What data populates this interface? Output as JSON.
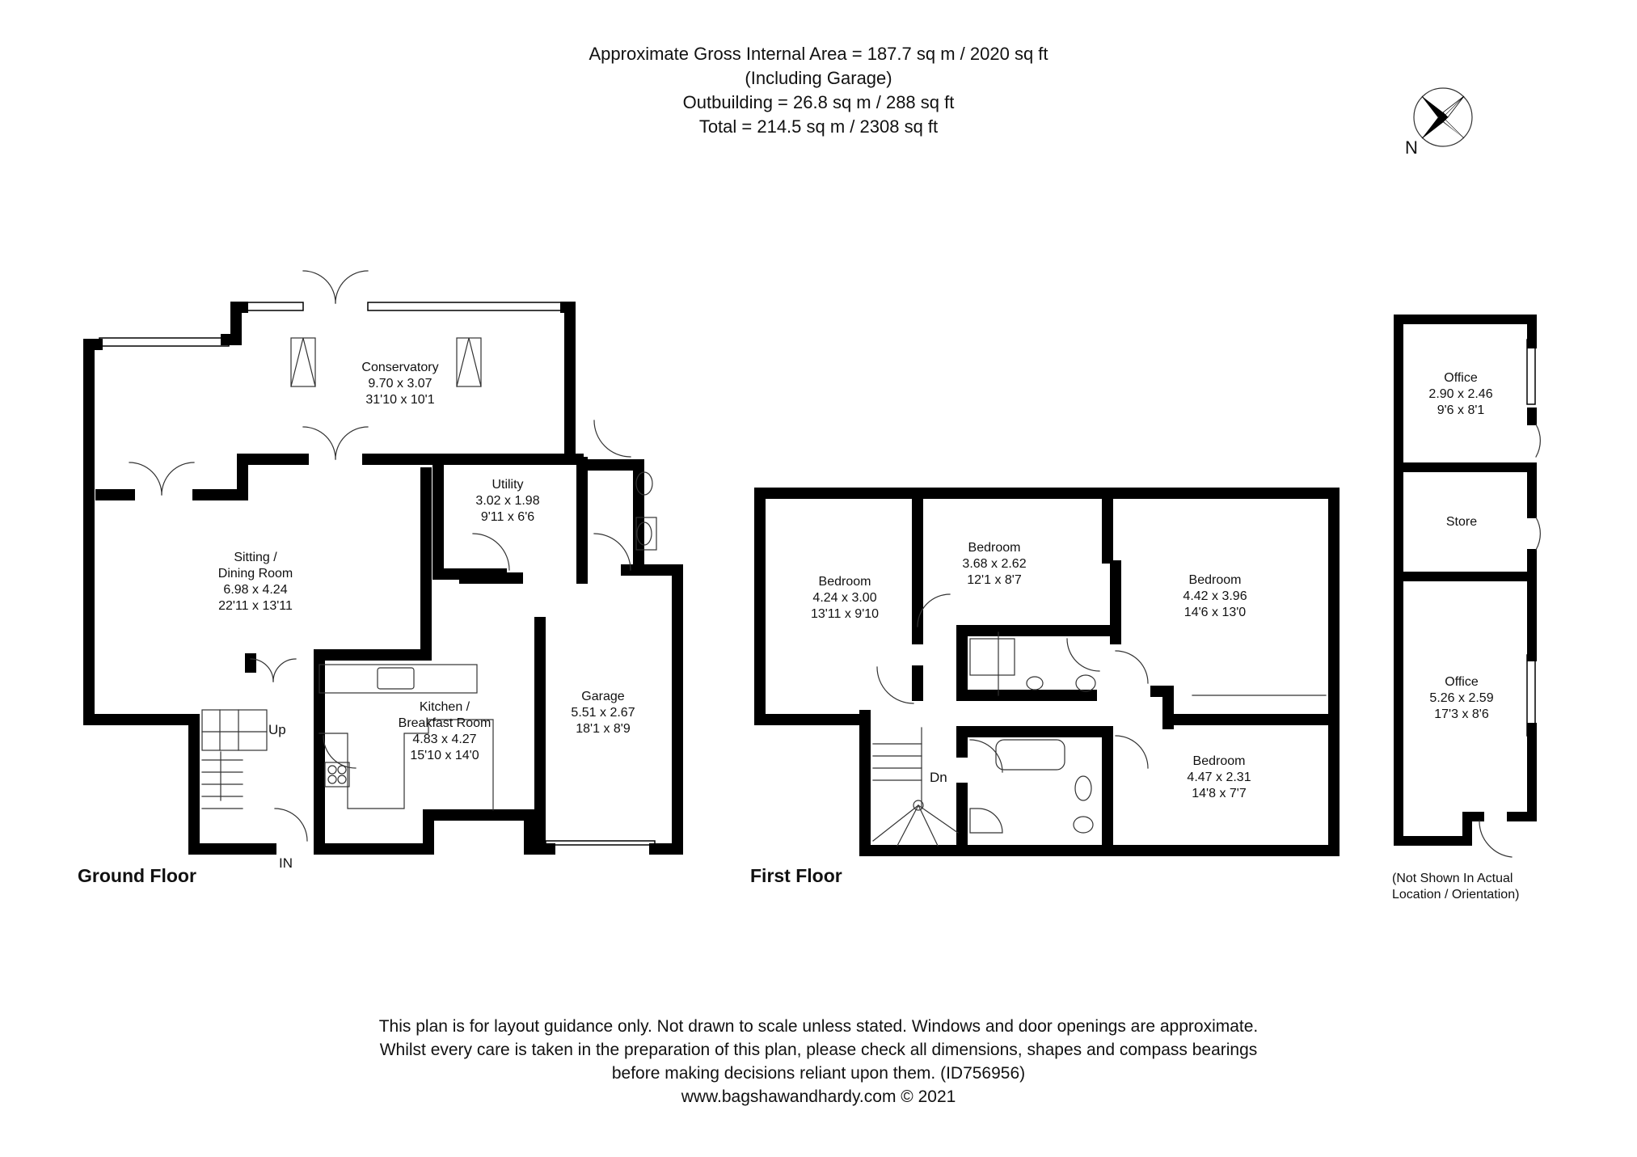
{
  "header": {
    "line1": "Approximate Gross Internal Area = 187.7 sq m / 2020 sq ft",
    "line2": "(Including Garage)",
    "line3": "Outbuilding = 26.8 sq m / 288 sq ft",
    "line4": "Total = 214.5 sq m / 2308 sq ft"
  },
  "compass": {
    "icon": "compass-rose-icon",
    "label": "N"
  },
  "ground_floor": {
    "title": "Ground Floor",
    "stairs_label": "Up",
    "entrance_label": "IN",
    "rooms": [
      {
        "name": "Conservatory",
        "metric": "9.70 x 3.07",
        "imperial": "31'10 x 10'1"
      },
      {
        "name": "Utility",
        "metric": "3.02 x 1.98",
        "imperial": "9'11 x 6'6"
      },
      {
        "name_line1": "Sitting /",
        "name_line2": "Dining Room",
        "metric": "6.98 x 4.24",
        "imperial": "22'11 x 13'11"
      },
      {
        "name_line1": "Kitchen /",
        "name_line2": "Breakfast Room",
        "metric": "4.83 x 4.27",
        "imperial": "15'10 x 14'0"
      },
      {
        "name": "Garage",
        "metric": "5.51 x 2.67",
        "imperial": "18'1 x 8'9"
      }
    ]
  },
  "first_floor": {
    "title": "First Floor",
    "stairs_label": "Dn",
    "rooms": [
      {
        "name": "Bedroom",
        "metric": "4.24 x 3.00",
        "imperial": "13'11 x 9'10"
      },
      {
        "name": "Bedroom",
        "metric": "3.68 x 2.62",
        "imperial": "12'1 x 8'7"
      },
      {
        "name": "Bedroom",
        "metric": "4.42 x 3.96",
        "imperial": "14'6 x 13'0"
      },
      {
        "name": "Bedroom",
        "metric": "4.47 x 2.31",
        "imperial": "14'8 x 7'7"
      }
    ]
  },
  "outbuilding": {
    "rooms": [
      {
        "name": "Office",
        "metric": "2.90 x 2.46",
        "imperial": "9'6 x 8'1"
      },
      {
        "name": "Store"
      },
      {
        "name": "Office",
        "metric": "5.26 x 2.59",
        "imperial": "17'3 x 8'6"
      }
    ],
    "note_line1": "(Not Shown In Actual",
    "note_line2": "Location / Orientation)"
  },
  "footer": {
    "line1": "This plan is for layout guidance only. Not drawn to scale unless stated. Windows and door openings are approximate.",
    "line2": "Whilst every care is taken in the preparation of this plan, please check all dimensions, shapes and compass bearings",
    "line3": "before making decisions reliant upon them. (ID756956)",
    "line4": "www.bagshawandhardy.com © 2021"
  },
  "colors": {
    "wall": "#000000",
    "background": "#ffffff",
    "fixture_line": "#333333"
  }
}
